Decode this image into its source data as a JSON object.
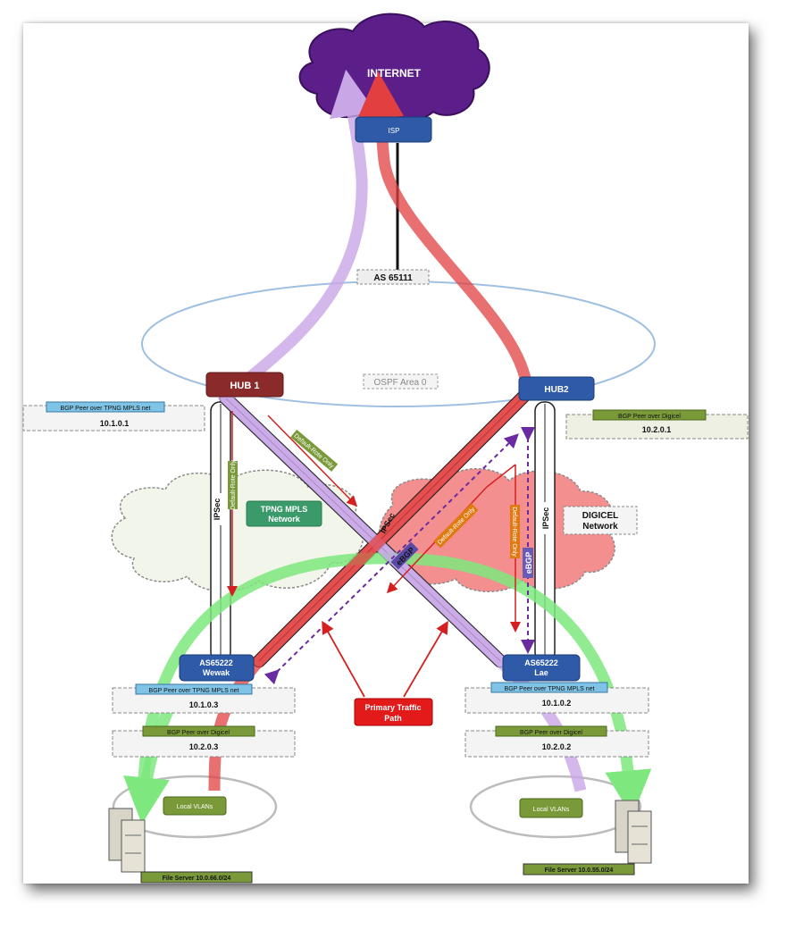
{
  "cloud": {
    "internet": "INTERNET",
    "tpng": [
      "TPNG MPLS",
      "Network"
    ],
    "digicel": [
      "DIGICEL",
      "Network"
    ]
  },
  "routers": {
    "isp": "ISP",
    "hub1": "HUB 1",
    "hub2": "HUB2",
    "wewak": [
      "AS65222",
      "Wewak"
    ],
    "lae": [
      "AS65222",
      "Lae"
    ]
  },
  "labels": {
    "as": "AS 65111",
    "ospf": "OSPF Area 0",
    "primary": [
      "Primary Traffic",
      "Path"
    ],
    "ipsec": "IPSec",
    "ebgp": "eBGP",
    "default_route": "Default-Rote Only",
    "default_route_hub1": "Default-Rote Only",
    "local_vlans": "Local VLANs"
  },
  "peer_boxes": {
    "hub1": {
      "title": "BGP Peer over TPNG MPLS net",
      "ip": "10.1.0.1"
    },
    "hub2": {
      "title": "BGP Peer over Digicel",
      "ip": "10.2.0.1"
    },
    "wewak_mpls": {
      "title": "BGP Peer over TPNG MPLS net",
      "ip": "10.1.0.3"
    },
    "wewak_digicel": {
      "title": "BGP Peer over Digicel",
      "ip": "10.2.0.3"
    },
    "lae_mpls": {
      "title": "BGP Peer over TPNG MPLS net",
      "ip": "10.1.0.2"
    },
    "lae_digicel": {
      "title": "BGP Peer over Digicel",
      "ip": "10.2.0.2"
    }
  },
  "servers": {
    "left": "File Server 10.0.66.0/24",
    "right": "File Server 10.0.55.0/24"
  },
  "colors": {
    "purple_cloud": "#5c1f8a",
    "router_blue": "#2e5aa8",
    "hub1_red": "#8b2a2a",
    "red_path": "#e23b3b",
    "lavender_path": "#c9a6e6",
    "green_path": "#7ee87e"
  }
}
